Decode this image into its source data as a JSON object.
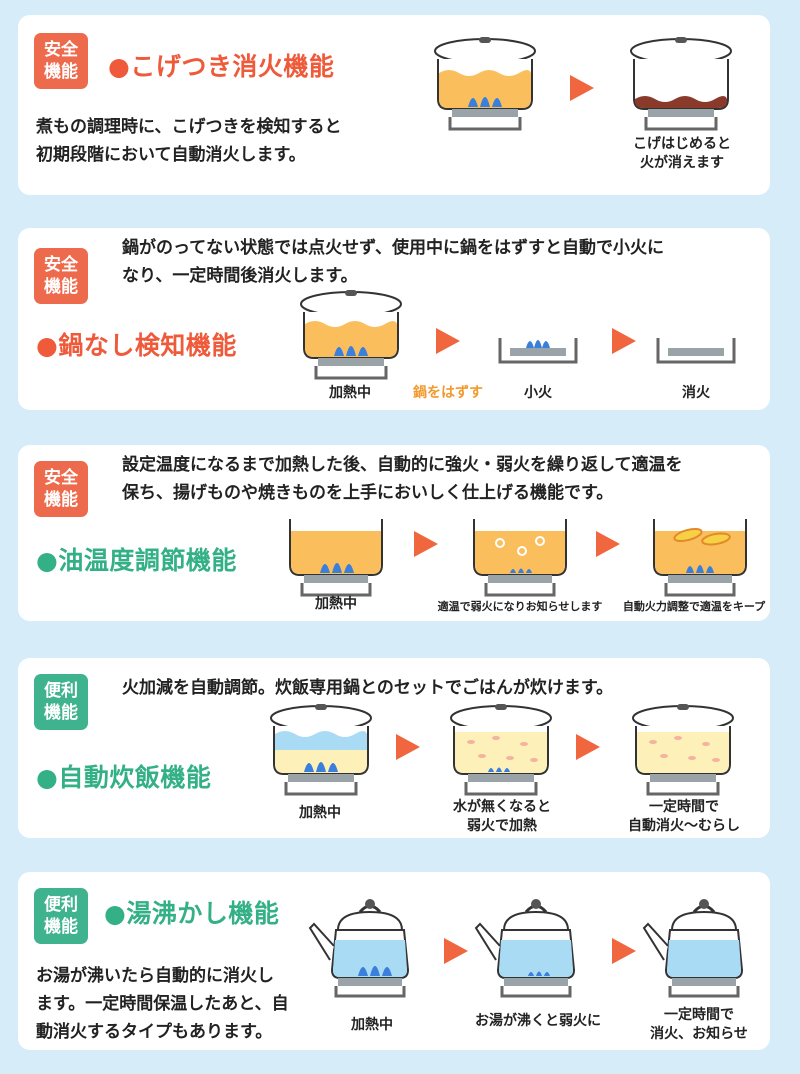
{
  "colors": {
    "safety": "#ee6a4d",
    "convenience": "#3fb38d",
    "arrow": "#f0663f",
    "highlight": "#f29a2e",
    "background": "#d6ecf8"
  },
  "sections": [
    {
      "badge": [
        "安全",
        "機能"
      ],
      "title": "●こげつき消火機能",
      "description": "煮もの調理時に、こげつきを検知すると\n初期段階において自動消火します。",
      "captions": [
        "こげはじめると\n火が消えます"
      ]
    },
    {
      "badge": [
        "安全",
        "機能"
      ],
      "title": "●鍋なし検知機能",
      "description": "鍋がのってない状態では点火せず、使用中に鍋をはずすと自動で小火に\nなり、一定時間後消火します。",
      "captions": [
        "加熱中",
        "鍋をはずす",
        "小火",
        "消火"
      ]
    },
    {
      "badge": [
        "安全",
        "機能"
      ],
      "title": "●油温度調節機能",
      "description": "設定温度になるまで加熱した後、自動的に強火・弱火を繰り返して適温を\n保ち、揚げものや焼きものを上手においしく仕上げる機能です。",
      "captions": [
        "加熱中",
        "適温で弱火になりお知らせします",
        "自動火力調整で適温をキープ"
      ]
    },
    {
      "badge": [
        "便利",
        "機能"
      ],
      "title": "●自動炊飯機能",
      "description": "火加減を自動調節。炊飯専用鍋とのセットでごはんが炊けます。",
      "captions": [
        "加熱中",
        "水が無くなると\n弱火で加熱",
        "一定時間で\n自動消火～むらし"
      ]
    },
    {
      "badge": [
        "便利",
        "機能"
      ],
      "title": "●湯沸かし機能",
      "description": "お湯が沸いたら自動的に消火し\nます。一定時間保温したあと、自\n動消火するタイプもあります。",
      "captions": [
        "加熱中",
        "お湯が沸くと弱火に",
        "一定時間で\n消火、お知らせ"
      ]
    }
  ]
}
